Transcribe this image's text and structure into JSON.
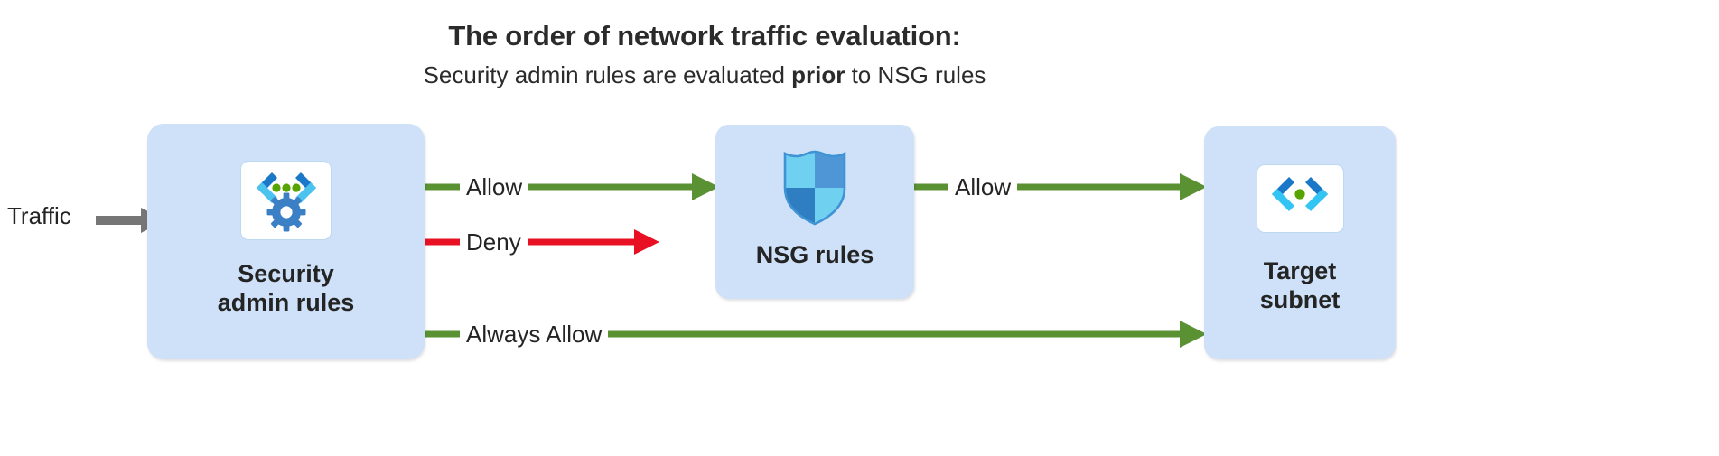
{
  "header": {
    "title": "The order of network traffic evaluation:",
    "subtitle_before": "Security admin rules are evaluated ",
    "subtitle_emphasis": "prior",
    "subtitle_after": " to NSG rules"
  },
  "entry": {
    "traffic_label": "Traffic",
    "arrow_icon": "gray-arrow-icon",
    "arrow_color": "#767676"
  },
  "nodes": [
    {
      "id": "security-admin-rules",
      "label": "Security\nadmin rules",
      "icon": "security-admin-rules-icon",
      "box_color": "#cfe1f9"
    },
    {
      "id": "nsg-rules",
      "label": "NSG rules",
      "icon": "shield-icon",
      "box_color": "#cfe1f9"
    },
    {
      "id": "target-subnet",
      "label": "Target\nsubnet",
      "icon": "code-brackets-icon",
      "box_color": "#cfe1f9"
    }
  ],
  "flows": [
    {
      "id": "allow-to-nsg",
      "label": "Allow",
      "color": "#5a9133",
      "from": "security-admin-rules",
      "to": "nsg-rules"
    },
    {
      "id": "deny",
      "label": "Deny",
      "color": "#e81123",
      "from": "security-admin-rules",
      "to": null
    },
    {
      "id": "allow-to-target",
      "label": "Allow",
      "color": "#5a9133",
      "from": "nsg-rules",
      "to": "target-subnet"
    },
    {
      "id": "always-allow",
      "label": "Always Allow",
      "color": "#5a9133",
      "from": "security-admin-rules",
      "to": "target-subnet"
    }
  ],
  "palette": {
    "box_fill": "#cfe1f9",
    "green": "#5a9133",
    "red": "#e81123",
    "gray": "#767676",
    "icon_blue_dark": "#1b78c8",
    "icon_blue_light": "#32c5f4",
    "icon_green": "#57a300",
    "gear_blue": "#3b7fc4",
    "shield_light": "#6fd0f0",
    "shield_mid": "#4e96d6",
    "shield_dark": "#2f7ec2"
  }
}
